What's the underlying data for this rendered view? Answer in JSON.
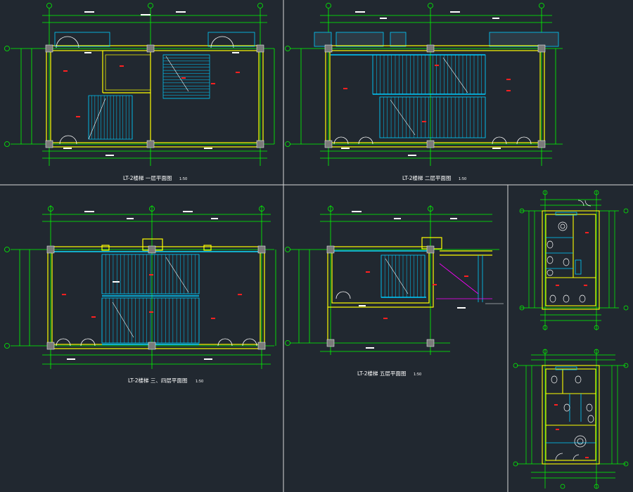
{
  "canvas": {
    "background": "#212830"
  },
  "colors": {
    "wall": "#ffff00",
    "grid": "#00ff00",
    "stair": "#00ccff",
    "dim": "#ffffff",
    "mark": "#ff2020",
    "door": "#ffffff",
    "frame": "#ffffff",
    "column": "#808080",
    "accent": "#ff00ff"
  },
  "plans": {
    "plan1": {
      "title": "LT-2楼梯 一层平面图",
      "scale": "1:50"
    },
    "plan2": {
      "title": "LT-2楼梯 二层平面图",
      "scale": "1:50"
    },
    "plan3": {
      "title": "LT-2楼梯 三、四层平面图",
      "scale": "1:50"
    },
    "plan4": {
      "title": "LT-2楼梯 五层平面图",
      "scale": "1:50"
    }
  }
}
